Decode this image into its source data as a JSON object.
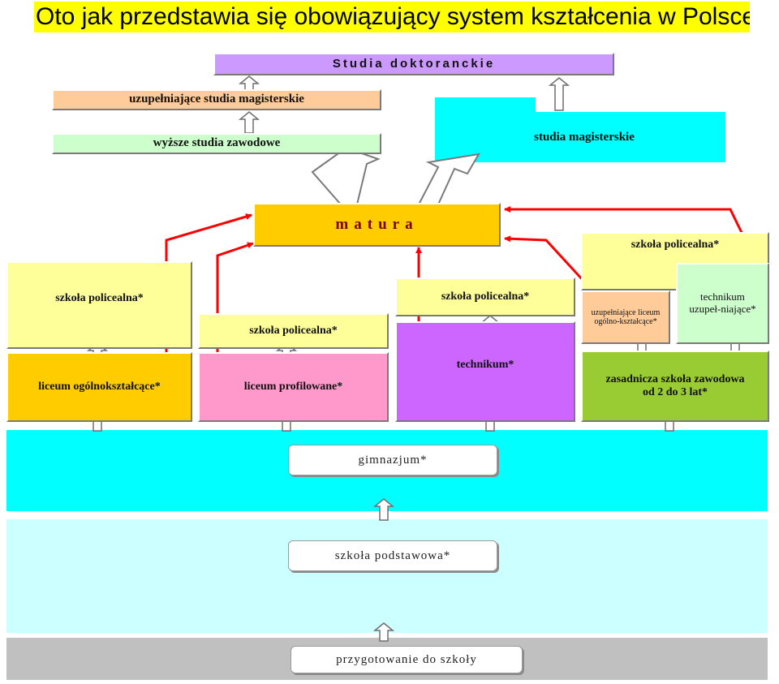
{
  "header": {
    "title": "Oto jak przedstawia się obowiązujący system kształcenia w Polsce:"
  },
  "boxes": {
    "studia_doktoranckie": "Studia doktoranckie",
    "uzupelniajace_magisterskie": "uzupełniające studia magisterskie",
    "wyzsze_zawodowe": "wyższe studia zawodowe",
    "studia_magisterskie": "studia magisterskie",
    "matura": "matura",
    "policealna_left": "szkoła policealna*",
    "liceum_ogolnoksztalcace": "liceum ogólnokształcące*",
    "policealna_profil": "szkoła policealna*",
    "liceum_profilowane": "liceum profilowane*",
    "policealna_tech": "szkoła policealna*",
    "technikum": "technikum*",
    "policealna_right": "szkoła policealna*",
    "uzup_liceum": "uzupełniające liceum ogólno-kształcące*",
    "technikum_uzup": "technikum uzupeł-niające*",
    "zasadnicza": "zasadnicza szkoła zawodowa od 2 do 3 lat*",
    "gimnazjum": "gimnazjum*",
    "podstawowa": "szkoła podstawowa*",
    "przygotowanie": "przygotowanie do szkoły"
  },
  "colors": {
    "purple": "#cc99ff",
    "orange": "#ffcc99",
    "light_green": "#ccffcc",
    "cyan": "#00ffff",
    "gold": "#ffcc00",
    "light_yellow": "#ffff99",
    "pink": "#ff99cc",
    "violet": "#cc66ff",
    "green": "#99cc33",
    "light_cyan": "#ccffff",
    "gray": "#c0c0c0",
    "red": "#ff0000"
  }
}
